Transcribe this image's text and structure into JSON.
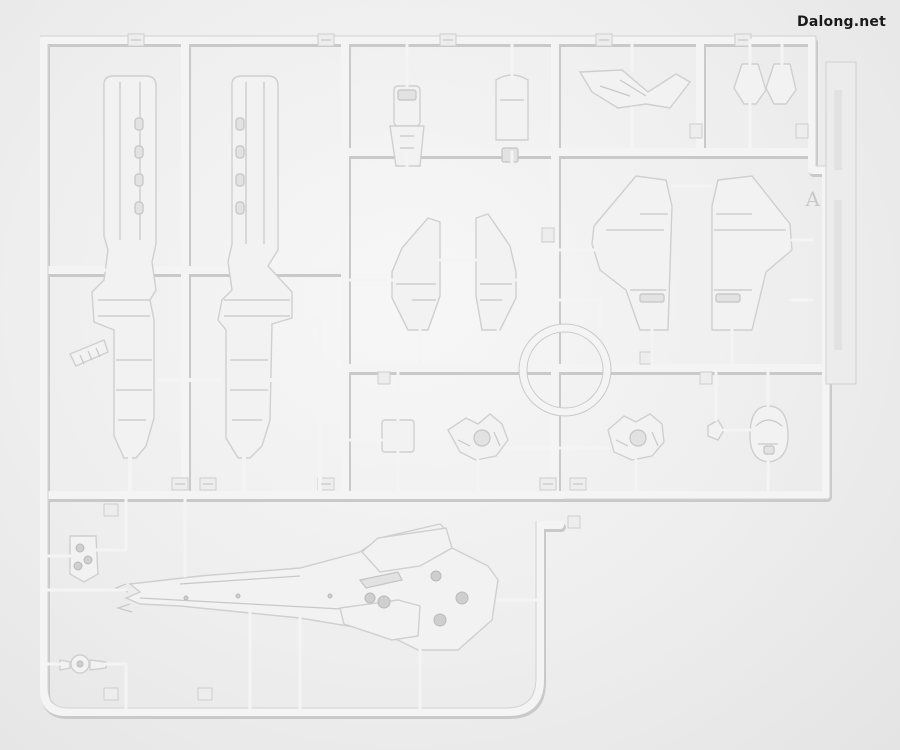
{
  "watermark": "Dalong.net",
  "sprue_letter": "A",
  "scene": {
    "subject": "plastic-model-kit-runner",
    "color": "#f2f2f2",
    "background": "#eeeeee"
  }
}
